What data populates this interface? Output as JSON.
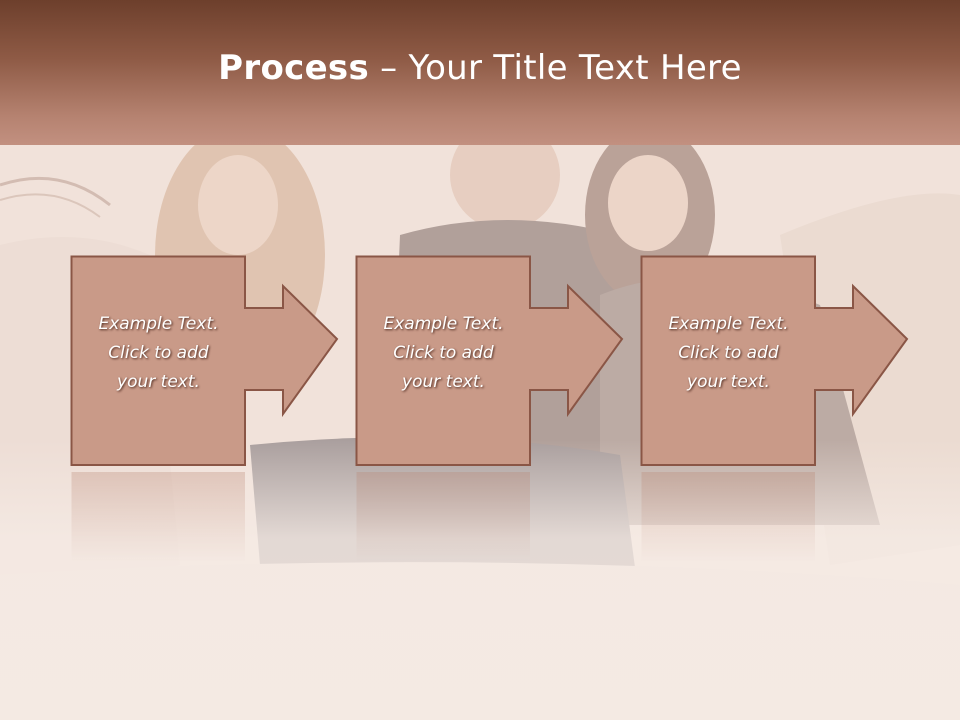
{
  "slide": {
    "title_bold": "Process",
    "title_rest": " – Your Title Text Here"
  },
  "steps": [
    {
      "text": "Example Text.\nClick  to add\nyour text."
    },
    {
      "text": "Example Text.\nClick  to add\nyour text."
    },
    {
      "text": "Example Text.\nClick  to add\nyour text."
    }
  ],
  "colors": {
    "header_top": "#6d3f2c",
    "header_bottom": "#c29080",
    "box_fill": "#c99a88",
    "box_stroke": "#8a5646",
    "text": "#ffffff"
  }
}
